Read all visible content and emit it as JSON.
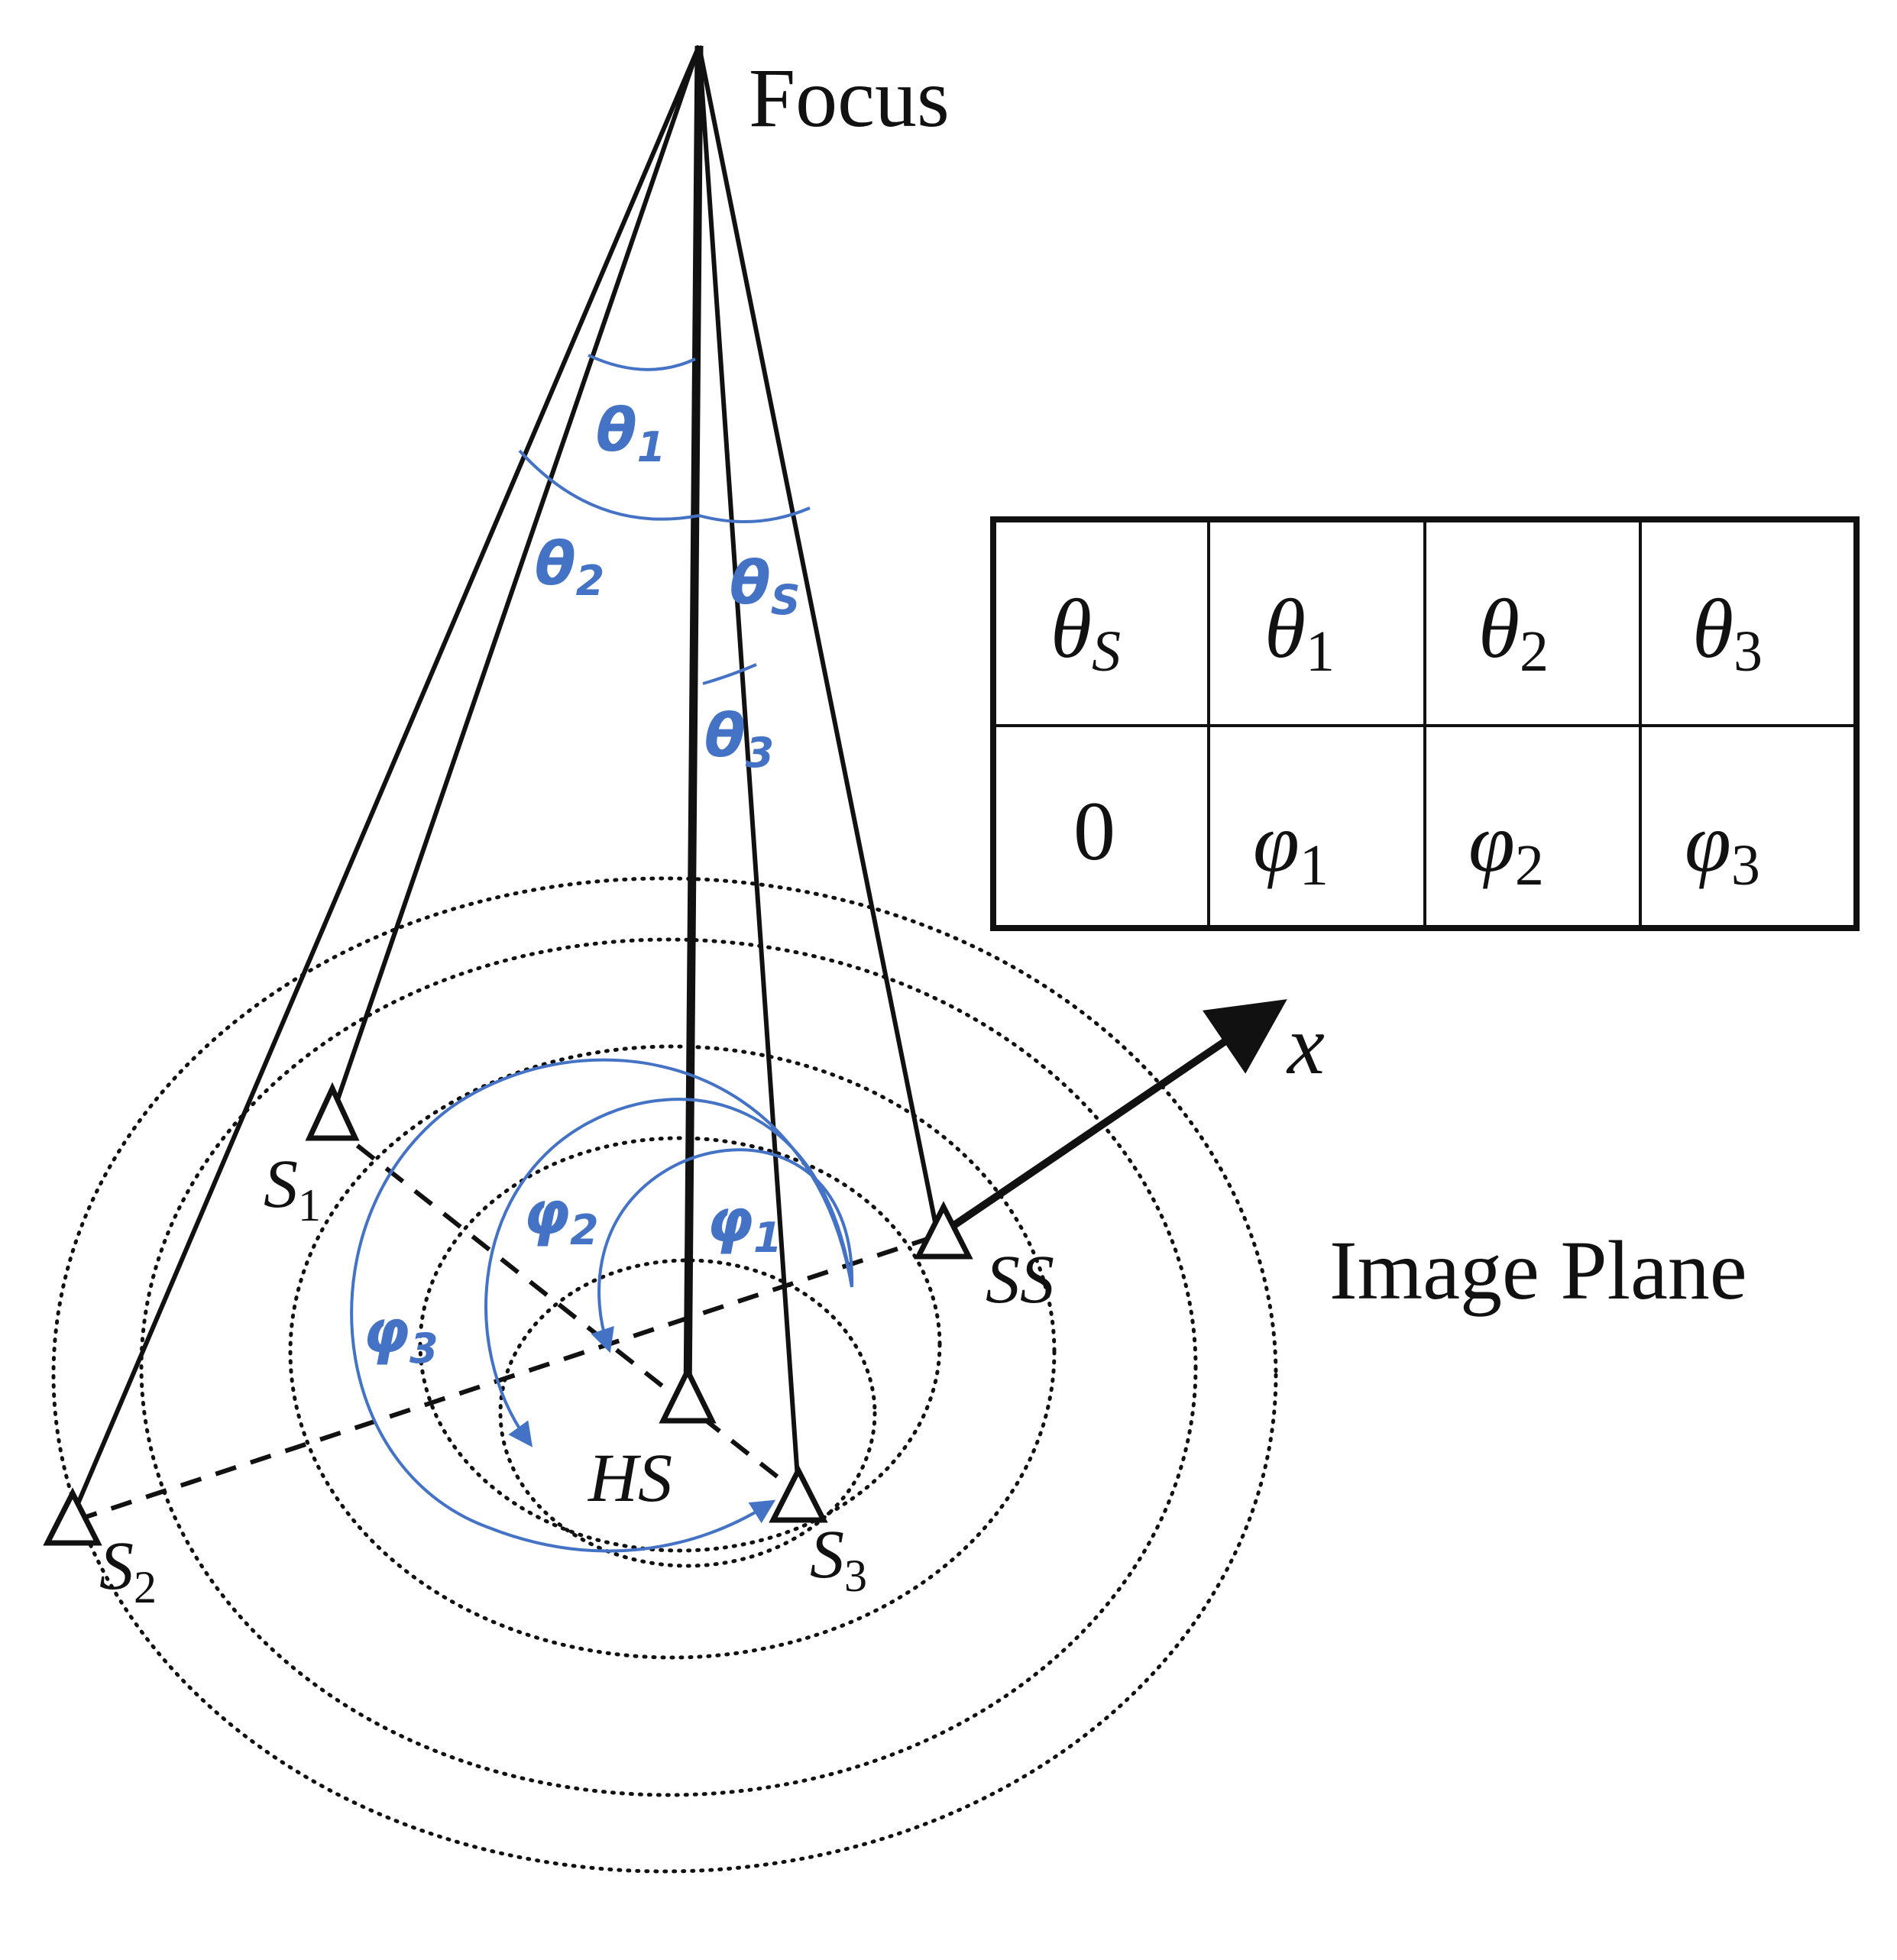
{
  "labels": {
    "focus": "Focus",
    "image_plane": "Image Plane",
    "x_axis": "x",
    "hs": "HS",
    "ss": "SS",
    "s1": {
      "base": "S",
      "sub": "1"
    },
    "s2": {
      "base": "S",
      "sub": "2"
    },
    "s3": {
      "base": "S",
      "sub": "3"
    }
  },
  "angle_labels": {
    "theta1": {
      "base": "θ",
      "sub": "1"
    },
    "theta2": {
      "base": "θ",
      "sub": "2"
    },
    "thetaS": {
      "base": "θ",
      "sub": "S"
    },
    "theta3": {
      "base": "θ",
      "sub": "3"
    },
    "phi1": {
      "base": "φ",
      "sub": "1"
    },
    "phi2": {
      "base": "φ",
      "sub": "2"
    },
    "phi3": {
      "base": "φ",
      "sub": "3"
    }
  },
  "table": {
    "row1": [
      {
        "base": "θ",
        "sub": "S"
      },
      {
        "base": "θ",
        "sub": "1"
      },
      {
        "base": "θ",
        "sub": "2"
      },
      {
        "base": "θ",
        "sub": "3"
      }
    ],
    "row2": [
      {
        "base": "0",
        "sub": ""
      },
      {
        "base": "φ",
        "sub": "1"
      },
      {
        "base": "φ",
        "sub": "2"
      },
      {
        "base": "φ",
        "sub": "3"
      }
    ]
  },
  "colors": {
    "line": "#111111",
    "accent_blue": "#4472c4",
    "background": "#ffffff"
  }
}
